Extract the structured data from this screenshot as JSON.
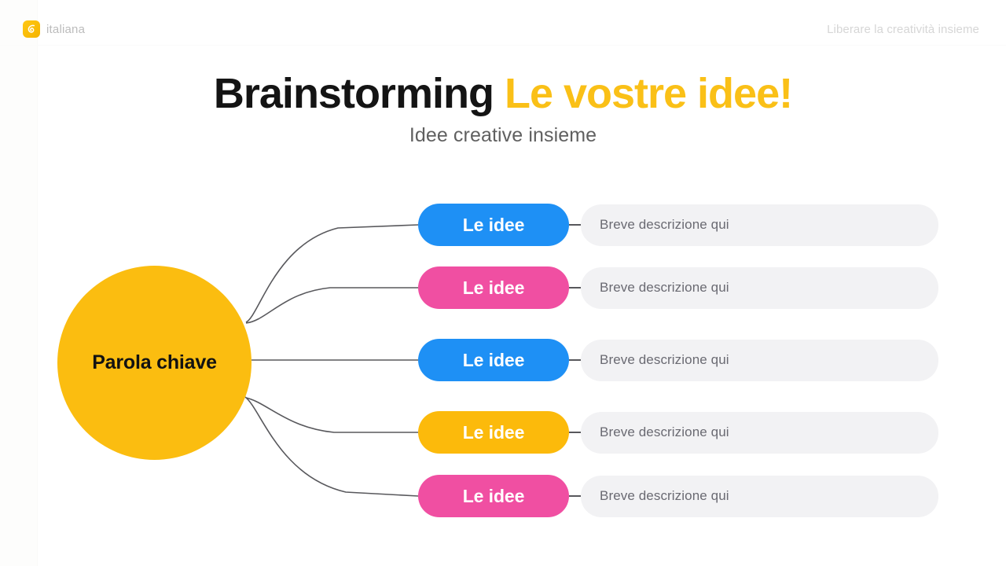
{
  "header": {
    "brand_name": "italiana",
    "brand_icon": "swirl-logo-icon",
    "tagline": "Liberare la creatività insieme"
  },
  "title_block": {
    "title_main": "Brainstorming",
    "title_accent": "Le vostre idee!",
    "subtitle": "Idee creative insieme"
  },
  "mindmap": {
    "hub_label": "Parola chiave",
    "hub_color": "#fbbd10",
    "connector_color": "#58585c",
    "branches": [
      {
        "pill_label": "Le idee",
        "pill_color": "#1e90f5",
        "description": "Breve descrizione qui"
      },
      {
        "pill_label": "Le idee",
        "pill_color": "#f04fa2",
        "description": "Breve descrizione qui"
      },
      {
        "pill_label": "Le idee",
        "pill_color": "#1e90f5",
        "description": "Breve descrizione qui"
      },
      {
        "pill_label": "Le idee",
        "pill_color": "#fcba0b",
        "description": "Breve descrizione qui"
      },
      {
        "pill_label": "Le idee",
        "pill_color": "#f04fa2",
        "description": "Breve descrizione qui"
      }
    ]
  },
  "colors": {
    "accent_yellow": "#fac017",
    "blue": "#1e90f5",
    "pink": "#f04fa2",
    "desc_bg": "#f2f2f4",
    "text_dark": "#141414",
    "text_muted": "#606060"
  }
}
